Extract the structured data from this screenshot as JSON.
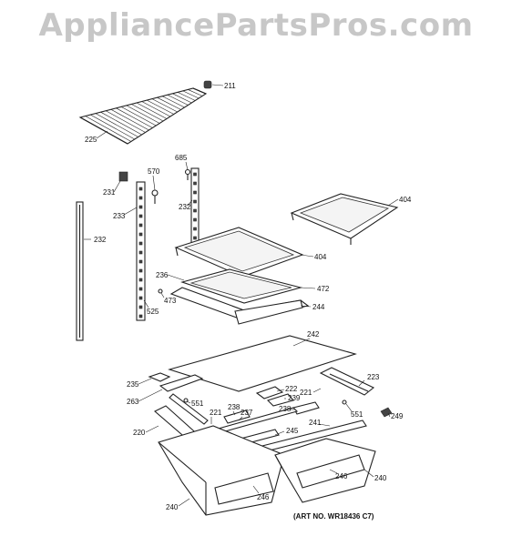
{
  "watermark": "AppliancePartsPros.com",
  "art_number": "(ART NO. WR18436 C7)",
  "callouts": [
    {
      "id": "c211",
      "label": "211"
    },
    {
      "id": "c225",
      "label": "225"
    },
    {
      "id": "c685",
      "label": "685"
    },
    {
      "id": "c570",
      "label": "570"
    },
    {
      "id": "c231",
      "label": "231"
    },
    {
      "id": "c232a",
      "label": "232"
    },
    {
      "id": "c233",
      "label": "233"
    },
    {
      "id": "c232b",
      "label": "232"
    },
    {
      "id": "c404a",
      "label": "404"
    },
    {
      "id": "c404b",
      "label": "404"
    },
    {
      "id": "c236",
      "label": "236"
    },
    {
      "id": "c472",
      "label": "472"
    },
    {
      "id": "c473",
      "label": "473"
    },
    {
      "id": "c244",
      "label": "244"
    },
    {
      "id": "c525",
      "label": "525"
    },
    {
      "id": "c242",
      "label": "242"
    },
    {
      "id": "c235",
      "label": "235"
    },
    {
      "id": "c223",
      "label": "223"
    },
    {
      "id": "c263",
      "label": "263"
    },
    {
      "id": "c222",
      "label": "222"
    },
    {
      "id": "c221a",
      "label": "221"
    },
    {
      "id": "c239",
      "label": "239"
    },
    {
      "id": "c551a",
      "label": "551"
    },
    {
      "id": "c238a",
      "label": "238"
    },
    {
      "id": "c238b",
      "label": "238"
    },
    {
      "id": "c237",
      "label": "237"
    },
    {
      "id": "c221b",
      "label": "221"
    },
    {
      "id": "c551b",
      "label": "551"
    },
    {
      "id": "c249",
      "label": "249"
    },
    {
      "id": "c220",
      "label": "220"
    },
    {
      "id": "c241",
      "label": "241"
    },
    {
      "id": "c245",
      "label": "245"
    },
    {
      "id": "c246a",
      "label": "246"
    },
    {
      "id": "c246b",
      "label": "246"
    },
    {
      "id": "c240a",
      "label": "240"
    },
    {
      "id": "c240b",
      "label": "240"
    }
  ]
}
